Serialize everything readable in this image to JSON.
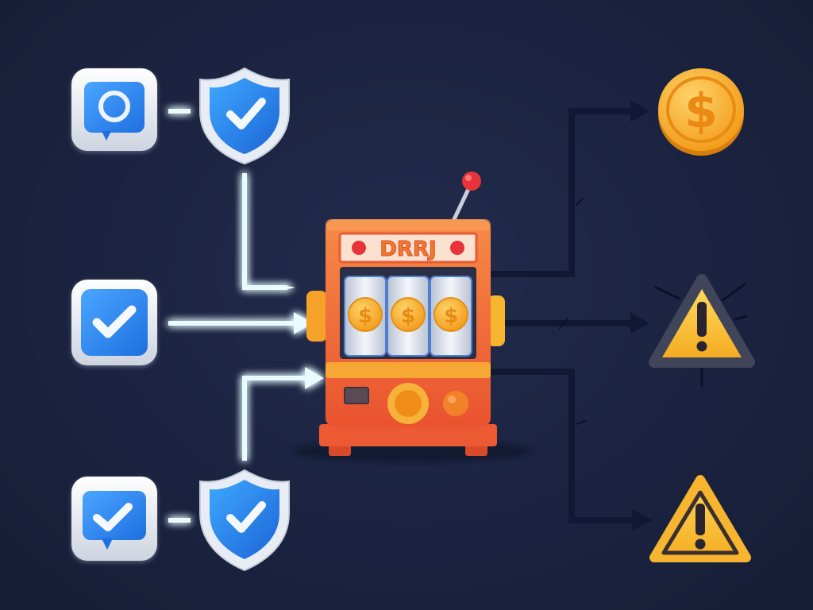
{
  "diagram": {
    "type": "flow",
    "background_color": "#1c2440",
    "inputs": [
      {
        "id": "input-top",
        "icon": "chat-bubble-circle-icon",
        "connector": "dash",
        "verifier": "shield-check-icon"
      },
      {
        "id": "input-middle",
        "icon": "checkbox-check-icon",
        "connector": "arrow"
      },
      {
        "id": "input-bottom",
        "icon": "chat-bubble-check-icon",
        "connector": "dash",
        "verifier": "shield-check-icon"
      }
    ],
    "center": {
      "icon": "slot-machine-icon",
      "sign_text": "DRRJ",
      "reels": [
        "$",
        "$",
        "$"
      ],
      "colors": {
        "body": "#f06a3a",
        "trim": "#f7a733",
        "reel": "#e9edf5",
        "knob": "#e8333a"
      }
    },
    "outputs": [
      {
        "id": "output-top",
        "icon": "dollar-coin-icon",
        "symbol": "$"
      },
      {
        "id": "output-middle",
        "icon": "warning-triangle-icon",
        "symbol": "!"
      },
      {
        "id": "output-bottom",
        "icon": "warning-triangle-icon",
        "symbol": "!"
      }
    ],
    "colors": {
      "glow_line": "#e8fbff",
      "glow_cyan": "#39d5ff",
      "dark_line": "#111833",
      "accent_blue": "#2f86f0",
      "coin_gold": "#f7ae2a",
      "warning_yellow": "#f9c33a"
    }
  }
}
